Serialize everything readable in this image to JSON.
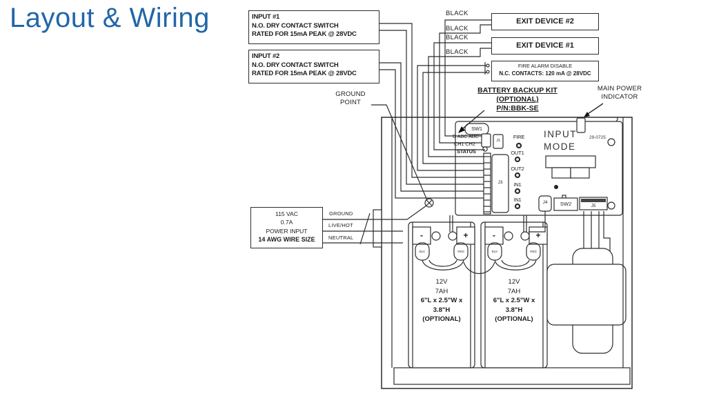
{
  "slide": {
    "title": "Layout & Wiring"
  },
  "colors": {
    "title": "#2166a9",
    "line": "#2b2b2b"
  },
  "inputs": [
    {
      "title": "INPUT #1",
      "desc": "N.O. DRY CONTACT SWITCH",
      "rating": "RATED FOR 15mA PEAK @ 28VDC"
    },
    {
      "title": "INPUT #2",
      "desc": "N.O. DRY CONTACT SWITCH",
      "rating": "RATED FOR 15mA PEAK @ 28VDC"
    }
  ],
  "exit_devices": [
    {
      "label": "EXIT DEVICE #2"
    },
    {
      "label": "EXIT DEVICE #1"
    }
  ],
  "fire_alarm": {
    "title": "FIRE ALARM DISABLE",
    "contacts": "N.C. CONTACTS: 120 mA @ 28VDC"
  },
  "wire_labels": [
    "BLACK",
    "BLACK",
    "BLACK",
    "BLACK"
  ],
  "callouts": {
    "battery_backup": {
      "l1": "BATTERY BACKUP KIT",
      "l2": "(OPTIONAL)",
      "l3": "P/N:BBK-SE"
    },
    "main_power": {
      "l1": "MAIN POWER",
      "l2": "INDICATOR"
    },
    "ground_point": {
      "l1": "GROUND",
      "l2": "POINT"
    }
  },
  "power_input": {
    "l1": "115 VAC",
    "l2": "0.7A",
    "l3": "POWER INPUT",
    "l4": "14 AWG WIRE SIZE",
    "wires": [
      "GROUND",
      "LIVE/HOT",
      "NEUTRAL"
    ]
  },
  "board": {
    "sw1": "SW1",
    "j1": "J1",
    "j3": "J3",
    "j4": "J4",
    "sw2": "SW2",
    "j5": "J5",
    "matrix_row1": "D ABC  ABC",
    "matrix_row2": "CH1   CH2",
    "matrix_row3": "STATUS",
    "leds": [
      "FIRE",
      "OUT1",
      "OUT2",
      "IN1",
      "IN1"
    ],
    "input_mode_l1": "INPUT",
    "input_mode_l2": "MODE",
    "part_no": "29-0725"
  },
  "batteries": [
    {
      "neg": "-",
      "pos": "+",
      "blk": "BLK",
      "red": "RED",
      "l1": "12V",
      "l2": "7AH",
      "l3": "6\"L x 2.5\"W x",
      "l4": "3.8\"H",
      "l5": "(OPTIONAL)"
    },
    {
      "neg": "-",
      "pos": "+",
      "blk": "BLK",
      "red": "RED",
      "l1": "12V",
      "l2": "7AH",
      "l3": "6\"L x 2.5\"W x",
      "l4": "3.8\"H",
      "l5": "(OPTIONAL)"
    }
  ]
}
